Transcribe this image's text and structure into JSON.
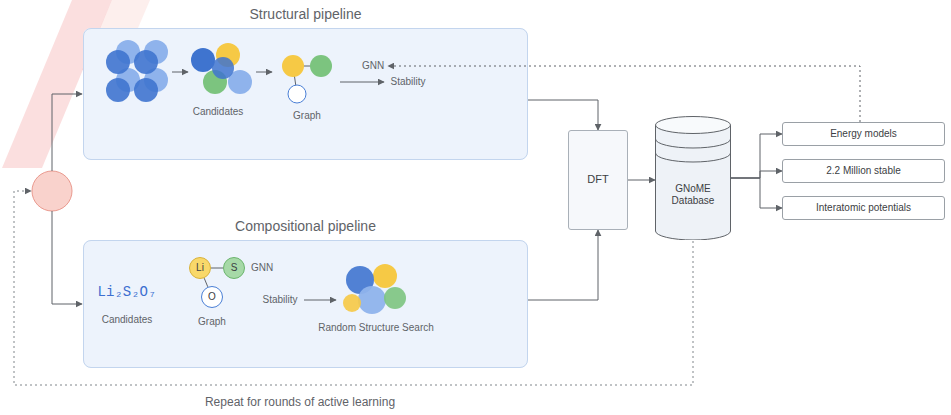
{
  "diagram": {
    "nodes": [
      {
        "text": [
          "Structural pipeline"
        ]
      },
      {
        "text": [
          "Compositional pipeline"
        ]
      },
      {
        "text": [
          "Li"
        ],
        "in": 1
      },
      {
        "text": [
          "S"
        ],
        "in": 1
      },
      {
        "text": [
          "O"
        ],
        "in": 1
      },
      {
        "text": [
          "DFT"
        ]
      },
      {
        "text": [
          "GNoME Database"
        ]
      },
      {
        "text": [
          "Energy models"
        ]
      },
      {
        "text": [
          "2.2 Million stable"
        ]
      },
      {
        "text": [
          "Interatomic potentials"
        ]
      }
    ],
    "edges": [
      {
        "from": 0,
        "to": 5,
        "arrow": "to"
      },
      {
        "from": 1,
        "to": 5,
        "arrow": "to"
      },
      {
        "from": 5,
        "to": 6,
        "arrow": "to"
      },
      {
        "from": 6,
        "to": 7,
        "arrow": "to"
      },
      {
        "from": 6,
        "to": 8,
        "arrow": "to"
      },
      {
        "from": 6,
        "to": 9,
        "arrow": "to"
      },
      {
        "from": 7,
        "to": 0,
        "arrow": "to"
      },
      {
        "from": 2,
        "to": 3,
        "arrow": "none"
      },
      {
        "from": 2,
        "to": 4,
        "arrow": "none"
      }
    ],
    "labels": [
      "Candidates",
      "Graph",
      "GNN",
      "Stability",
      "Li₂S₂O₇",
      "Candidates",
      "Graph",
      "GNN",
      "Stability",
      "Random Structure Search",
      "Repeat for rounds of active learning"
    ]
  }
}
